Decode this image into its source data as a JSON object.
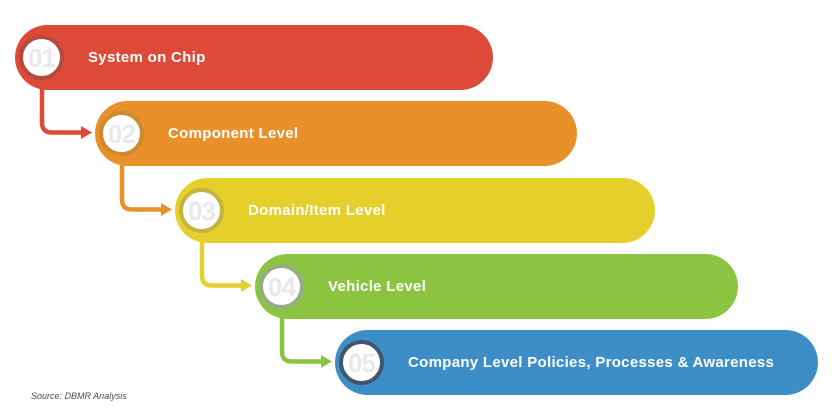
{
  "background_color": "#ffffff",
  "number_color": "#E9E9E9",
  "label_color": "#FFFFFF",
  "source_note": {
    "text": "Source: DBMR Analysis",
    "color": "#4A4A4A"
  },
  "steps": [
    {
      "number": "01",
      "label": "System on Chip",
      "color": "#DE4A38",
      "ring_color": "#B34B3E"
    },
    {
      "number": "02",
      "label": "Component Level",
      "color": "#E8912A",
      "ring_color": "#CC8B2E"
    },
    {
      "number": "03",
      "label": "Domain/Item Level",
      "color": "#E5D02B",
      "ring_color": "#C3B53F"
    },
    {
      "number": "04",
      "label": "Vehicle Level",
      "color": "#8AC440",
      "ring_color": "#97AB85"
    },
    {
      "number": "05",
      "label": "Company Level Policies, Processes & Awareness",
      "color": "#3D8EC6",
      "ring_color": "#42566B"
    }
  ]
}
